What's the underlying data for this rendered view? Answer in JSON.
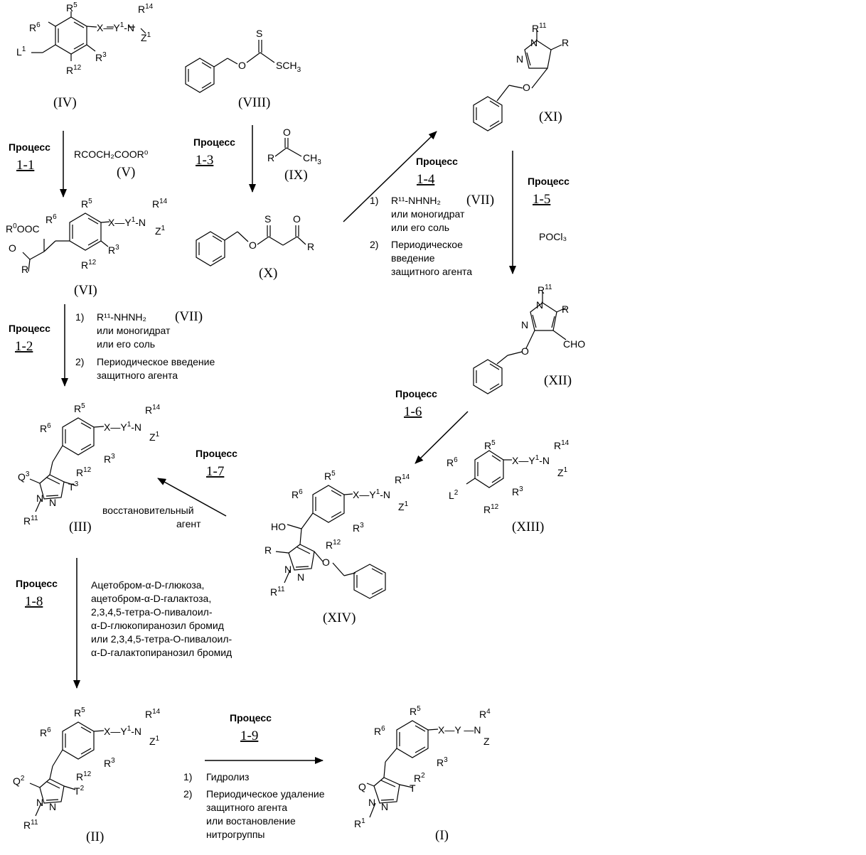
{
  "compounds": {
    "IV": "(IV)",
    "VIII": "(VIII)",
    "XI": "(XI)",
    "VI": "(VI)",
    "X": "(X)",
    "XII": "(XII)",
    "III": "(III)",
    "XIII": "(XIII)",
    "XIV": "(XIV)",
    "II": "(II)",
    "I": "(I)"
  },
  "process_word": "Процесс",
  "steps": {
    "p1_1": "1-1",
    "p1_2": "1-2",
    "p1_3": "1-3",
    "p1_4": "1-4",
    "p1_5": "1-5",
    "p1_6": "1-6",
    "p1_7": "1-7",
    "p1_8": "1-8",
    "p1_9": "1-9"
  },
  "reagents": {
    "r11_hydrazine": "R¹¹-NHNH₂",
    "vii": "(VII)",
    "mono": "или моногидрат",
    "salt": "или его соль",
    "protect_a": "Периодическое",
    "protect_b": "введение",
    "protect_c": "защитного агента",
    "protect_full": "Периодическое введение",
    "v_formula": "RCOCH₂COOR⁰",
    "v_label": "(V)",
    "pocl3": "POCl₃",
    "reducer_a": "восстановительный",
    "reducer_b": "агент",
    "glyco_1": "Ацетобром-α-D-глюкоза,",
    "glyco_2": "ацетобром-α-D-галактоза,",
    "glyco_3": "2,3,4,5-тетра-O-пивалоил-",
    "glyco_4": "α-D-глюкопиранозил бромид",
    "glyco_5": "или 2,3,4,5-тетра-O-пивалоил-",
    "glyco_6": "α-D-галактопиранозил бромид",
    "hydrolysis": "Гидролиз",
    "deprot_1": "Периодическое удаление",
    "deprot_2": "защитного агента",
    "deprot_3": "или востановление",
    "deprot_4": "нитрогруппы",
    "n1": "1)",
    "n2": "2)"
  }
}
